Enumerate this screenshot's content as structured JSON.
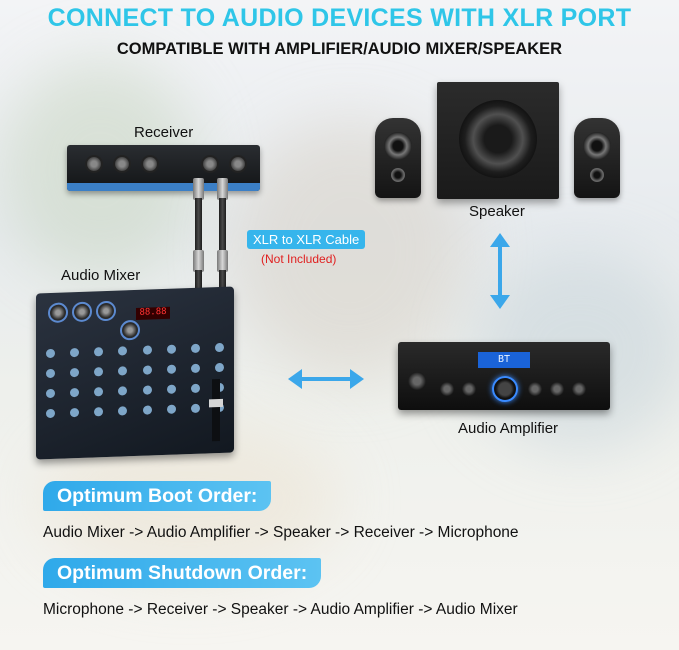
{
  "header": {
    "title": "CONNECT TO AUDIO DEVICES WITH XLR PORT",
    "subtitle": "COMPATIBLE WITH AMPLIFIER/AUDIO MIXER/SPEAKER"
  },
  "devices": {
    "receiver_label": "Receiver",
    "mixer_label": "Audio Mixer",
    "speaker_label": "Speaker",
    "amplifier_label": "Audio Amplifier",
    "amp_display": "BT",
    "mixer_display": "88.88"
  },
  "cable": {
    "label": "XLR to XLR Cable",
    "note": "(Not Included)"
  },
  "boot": {
    "heading": "Optimum Boot Order:",
    "sequence": "Audio Mixer -> Audio Amplifier -> Speaker -> Receiver -> Microphone"
  },
  "shutdown": {
    "heading": "Optimum Shutdown Order:",
    "sequence": "Microphone -> Receiver -> Speaker -> Audio Amplifier -> Audio Mixer"
  },
  "colors": {
    "title": "#2fc6e8",
    "banner": "#2fa9ea",
    "arrow": "#3ba7ea",
    "note": "#e02020"
  }
}
